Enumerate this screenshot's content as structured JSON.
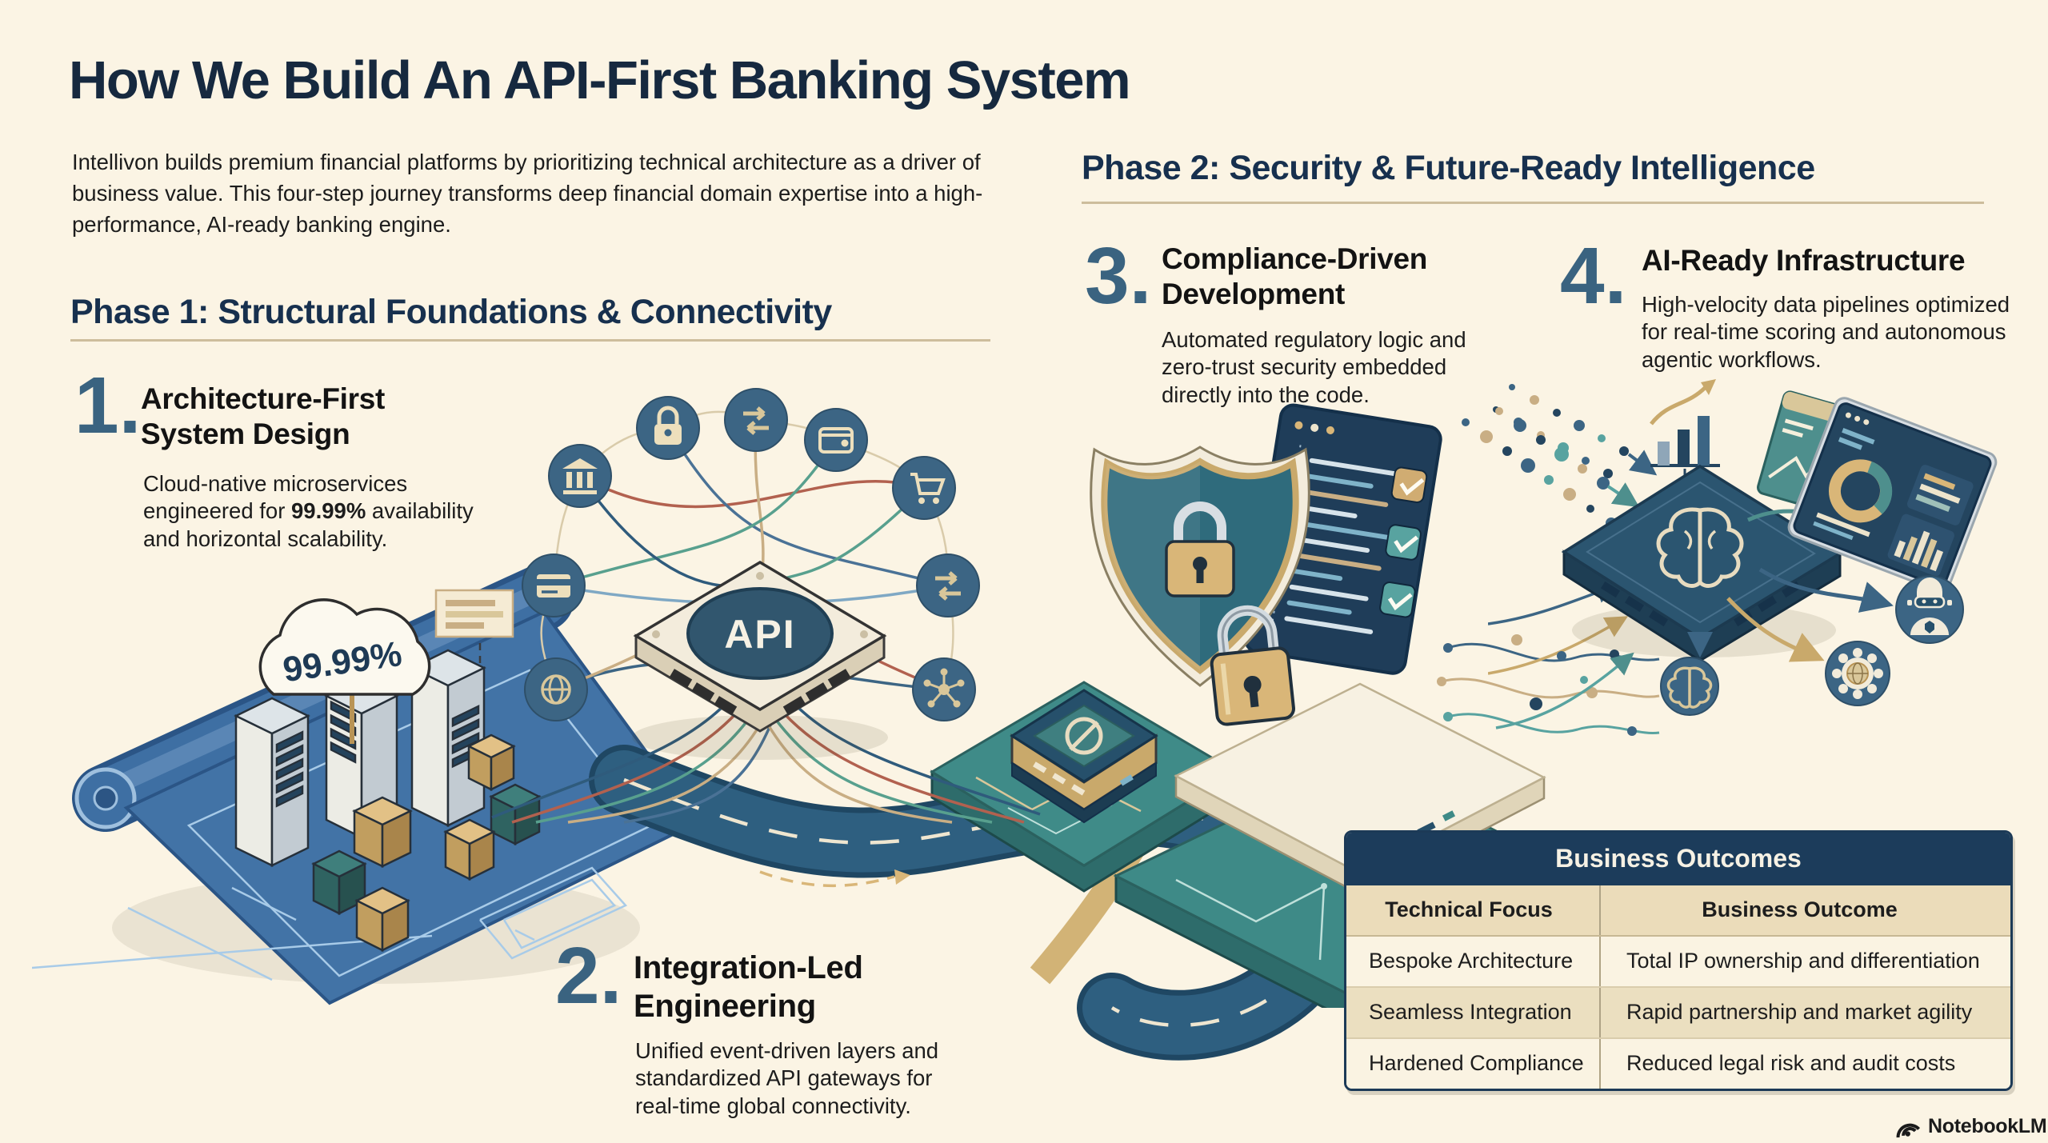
{
  "header": {
    "title": "How We Build An API-First Banking System",
    "intro": "Intellivon builds premium financial platforms by prioritizing technical architecture as a driver of business value. This four-step journey transforms deep financial domain expertise into a high-performance, AI-ready banking engine."
  },
  "phase1": {
    "heading": "Phase 1: Structural Foundations & Connectivity"
  },
  "phase2": {
    "heading": "Phase 2: Security & Future-Ready Intelligence"
  },
  "steps": [
    {
      "number": "1.",
      "title": "Architecture-First System Design",
      "desc_pre": "Cloud-native microservices engineered for ",
      "desc_strong": "99.99%",
      "desc_post": " availability and horizontal scalability."
    },
    {
      "number": "2.",
      "title": "Integration-Led Engineering",
      "desc": "Unified event-driven layers and standardized API gateways for real-time global connectivity."
    },
    {
      "number": "3.",
      "title": "Compliance-Driven Development",
      "desc": "Automated regulatory logic and zero-trust security embedded directly into the code."
    },
    {
      "number": "4.",
      "title": "AI-Ready Infrastructure",
      "desc": "High-velocity data pipelines optimized for real-time scoring and autonomous agentic workflows."
    }
  ],
  "table": {
    "title": "Business Outcomes",
    "columns": [
      "Technical Focus",
      "Business Outcome"
    ],
    "rows": [
      [
        "Bespoke Architecture",
        "Total IP ownership and differentiation"
      ],
      [
        "Seamless Integration",
        "Rapid partnership and market agility"
      ],
      [
        "Hardened Compliance",
        "Reduced legal risk and audit costs"
      ]
    ]
  },
  "labels": {
    "api": "API",
    "availability": "99.99%"
  },
  "footer": {
    "brand": "NotebookLM"
  },
  "icons": {
    "hub": [
      "bank-icon",
      "lock-icon",
      "transfer-arrows-icon",
      "wallet-icon",
      "cart-icon",
      "credit-card-icon",
      "globe-icon",
      "exchange-arrows-icon",
      "network-icon"
    ],
    "ai": [
      "bar-chart-icon",
      "dashboard-icon",
      "mini-chart-window-icon",
      "robot-icon",
      "gear-globe-icon",
      "brain-icon"
    ],
    "security": [
      "shield-lock-icon",
      "padlock-icon",
      "code-window-icon"
    ]
  },
  "colors": {
    "background": "#FBF4E4",
    "navy": "#16293F",
    "slate_number": "#3A6380",
    "phase_rule": "#CDBD9C",
    "table_header": "#1C3C5B",
    "tan_row": "#EBDFC0",
    "blueprint_blue": "#4273A6",
    "road_navy": "#2E5F80",
    "teal_platform": "#3E8A87",
    "gold": "#D9B678"
  }
}
